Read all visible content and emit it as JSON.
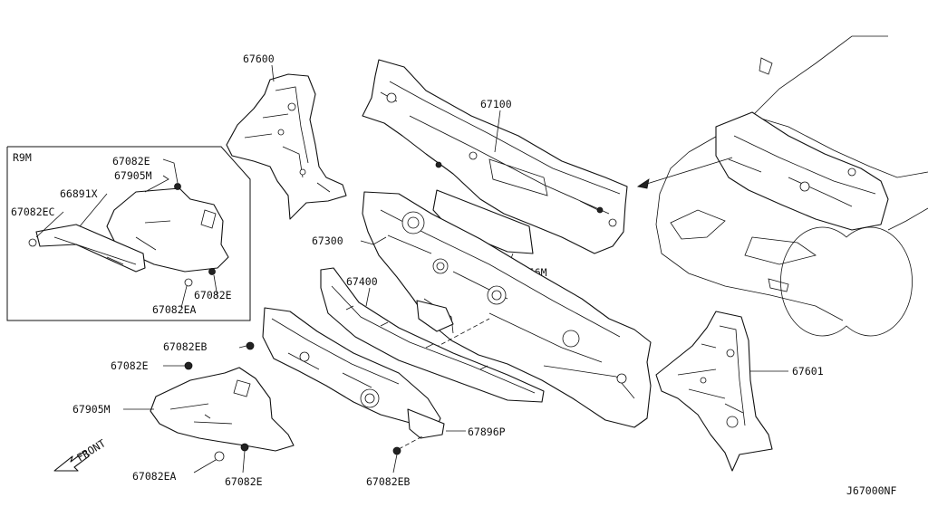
{
  "diagram": {
    "code": "J67000NF",
    "inset_label": "R9M",
    "front_label": "FRONT",
    "parts": {
      "p67600": "67600",
      "p67100": "67100",
      "p67300": "67300",
      "p67356M": "67356M",
      "p67400": "67400",
      "p67601": "67601",
      "p67896P": "67896P",
      "p67905M_inset": "67905M",
      "p67905M_main": "67905M",
      "p66891X": "66891X",
      "p67082E_inset_top": "67082E",
      "p67082E_inset_bottom": "67082E",
      "p67082EC": "67082EC",
      "p67082EA_inset": "67082EA",
      "p67082EB_left": "67082EB",
      "p67082E_left": "67082E",
      "p67082EA_bottom": "67082EA",
      "p67082E_bottom": "67082E",
      "p67082EB_bottom": "67082EB"
    }
  }
}
